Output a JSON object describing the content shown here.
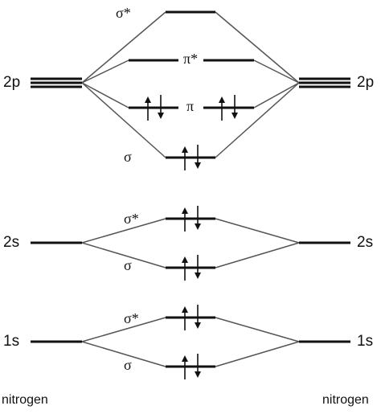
{
  "diagram": {
    "left_atom": "nitrogen",
    "right_atom": "nitrogen",
    "atomic_orbitals": {
      "p2_left": "2p",
      "p2_right": "2p",
      "s2_left": "2s",
      "s2_right": "2s",
      "s1_left": "1s",
      "s1_right": "1s"
    },
    "molecular_orbitals": {
      "sigma2p_star": "σ*",
      "pi2p_star": "π*",
      "pi2p": "π",
      "sigma2p": "σ",
      "sigma2s_star": "σ*",
      "sigma2s": "σ",
      "sigma1s_star": "σ*",
      "sigma1s": "σ"
    },
    "colors": {
      "line": "#111111",
      "connector": "#555555"
    }
  }
}
